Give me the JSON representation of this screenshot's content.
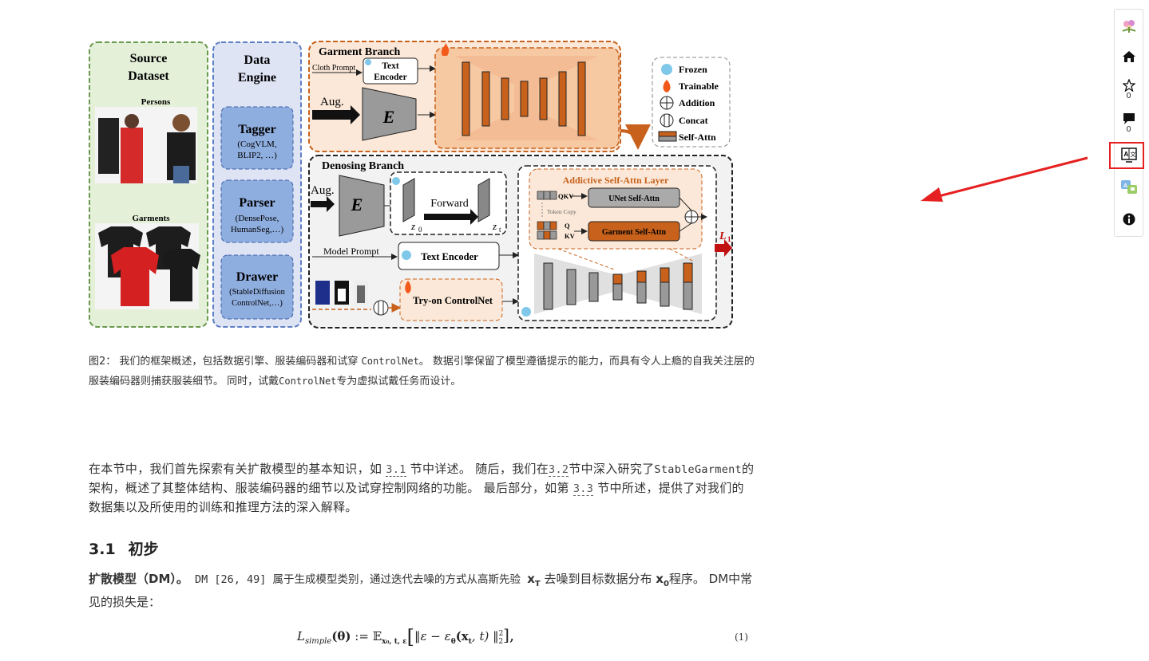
{
  "figure": {
    "source_dataset": {
      "title_line1": "Source",
      "title_line2": "Dataset",
      "persons_label": "Persons",
      "garments_label": "Garments"
    },
    "data_engine": {
      "title_line1": "Data",
      "title_line2": "Engine",
      "tagger": {
        "name": "Tagger",
        "line1": "(CogVLM,",
        "line2": "BLIP2, …)"
      },
      "parser": {
        "name": "Parser",
        "line1": "(DensePose,",
        "line2": "HumanSeg,…)"
      },
      "drawer": {
        "name": "Drawer",
        "line1": "(StableDiffusion",
        "line2": "ControlNet,…)"
      }
    },
    "garment_branch": {
      "title": "Garment Branch",
      "cloth_prompt": "Cloth Prompt",
      "text_encoder_line1": "Text",
      "text_encoder_line2": "Encoder",
      "aug": "Aug.",
      "encoder": "E"
    },
    "legend": {
      "frozen": "Frozen",
      "trainable": "Trainable",
      "addition": "Addition",
      "concat": "Concat",
      "self_attn": "Self-Attn"
    },
    "denoising_branch": {
      "title": "Denosing Branch",
      "aug": "Aug.",
      "encoder": "E",
      "forward": "Forward",
      "z0": "z",
      "z0_sub": "0",
      "zt": "z",
      "zt_sub": "t",
      "model_prompt": "Model Prompt",
      "text_encoder": "Text Encoder",
      "tryon": "Try-on ControlNet"
    },
    "attn_layer": {
      "title": "Addictive Self-Attn Layer",
      "qkv": "QKV",
      "token_copy": "Token Copy",
      "q": "Q",
      "kv": "KV",
      "unet_attn": "UNet Self-Attn",
      "garment_attn": "Garment Self-Attn",
      "loss": "L",
      "loss_sub": "1"
    }
  },
  "caption": {
    "part1": "图2： 我们的框架概述，包括数据引擎、服装编码器和试穿 ",
    "code1": "ControlNet",
    "part2": "。 数据引擎保留了模型遵循提示的能力，而具有令人上瘾的自我关注层的服装编码器则捕获服装细节。 同时，试戴",
    "code2": "ControlNet",
    "part3": "专为虚拟试戴任务而设计。"
  },
  "intro": {
    "t1": "在本节中，我们首先探索有关扩散模型的基本知识，如 ",
    "r1": "3.1",
    "t2": " 节中详述。 随后，我们在",
    "r2": "3.2",
    "t3": "节中深入研究了",
    "code": "StableGarment",
    "t4": "的架构，概述了其整体结构、服装编码器的细节以及试穿控制网络的功能。 最后部分，如第 ",
    "r3": "3.3",
    "t5": " 节中所述，提供了对我们的数据集以及所使用的训练和推理方法的深入解释。"
  },
  "section": {
    "number": "3.1",
    "title": "初步"
  },
  "prelim": {
    "bold": "扩散模型（DM）。",
    "t1": " DM [26, 49] 属于生成模型类别，通过迭代去噪的方式从高斯先验 ",
    "xT": "x",
    "xT_sub": "T",
    "t2": " 去噪到目标数据分布 ",
    "x0": "x",
    "x0_sub": "0",
    "t3": "程序。 DM中常见的损失是："
  },
  "equation": {
    "lhs": "L",
    "lhs_sub": "simple",
    "theta": "(θ)",
    "def": " := ",
    "E": "𝔼",
    "E_sub": "x₀, t, ε",
    "body": "‖ε − ε",
    "body_sub": "θ",
    "args": "(x",
    "args_sub": "t",
    "args2": ", t) ‖",
    "sup": "2",
    "sub": "2",
    "end": "],",
    "number": "(1)"
  },
  "toolbar": {
    "star_count": "0",
    "comment_count": "0"
  },
  "colors": {
    "accent_red": "#e62020",
    "orange": "#c8611b",
    "green_bg": "#e5f0d9",
    "blue_box": "#8faee0"
  }
}
